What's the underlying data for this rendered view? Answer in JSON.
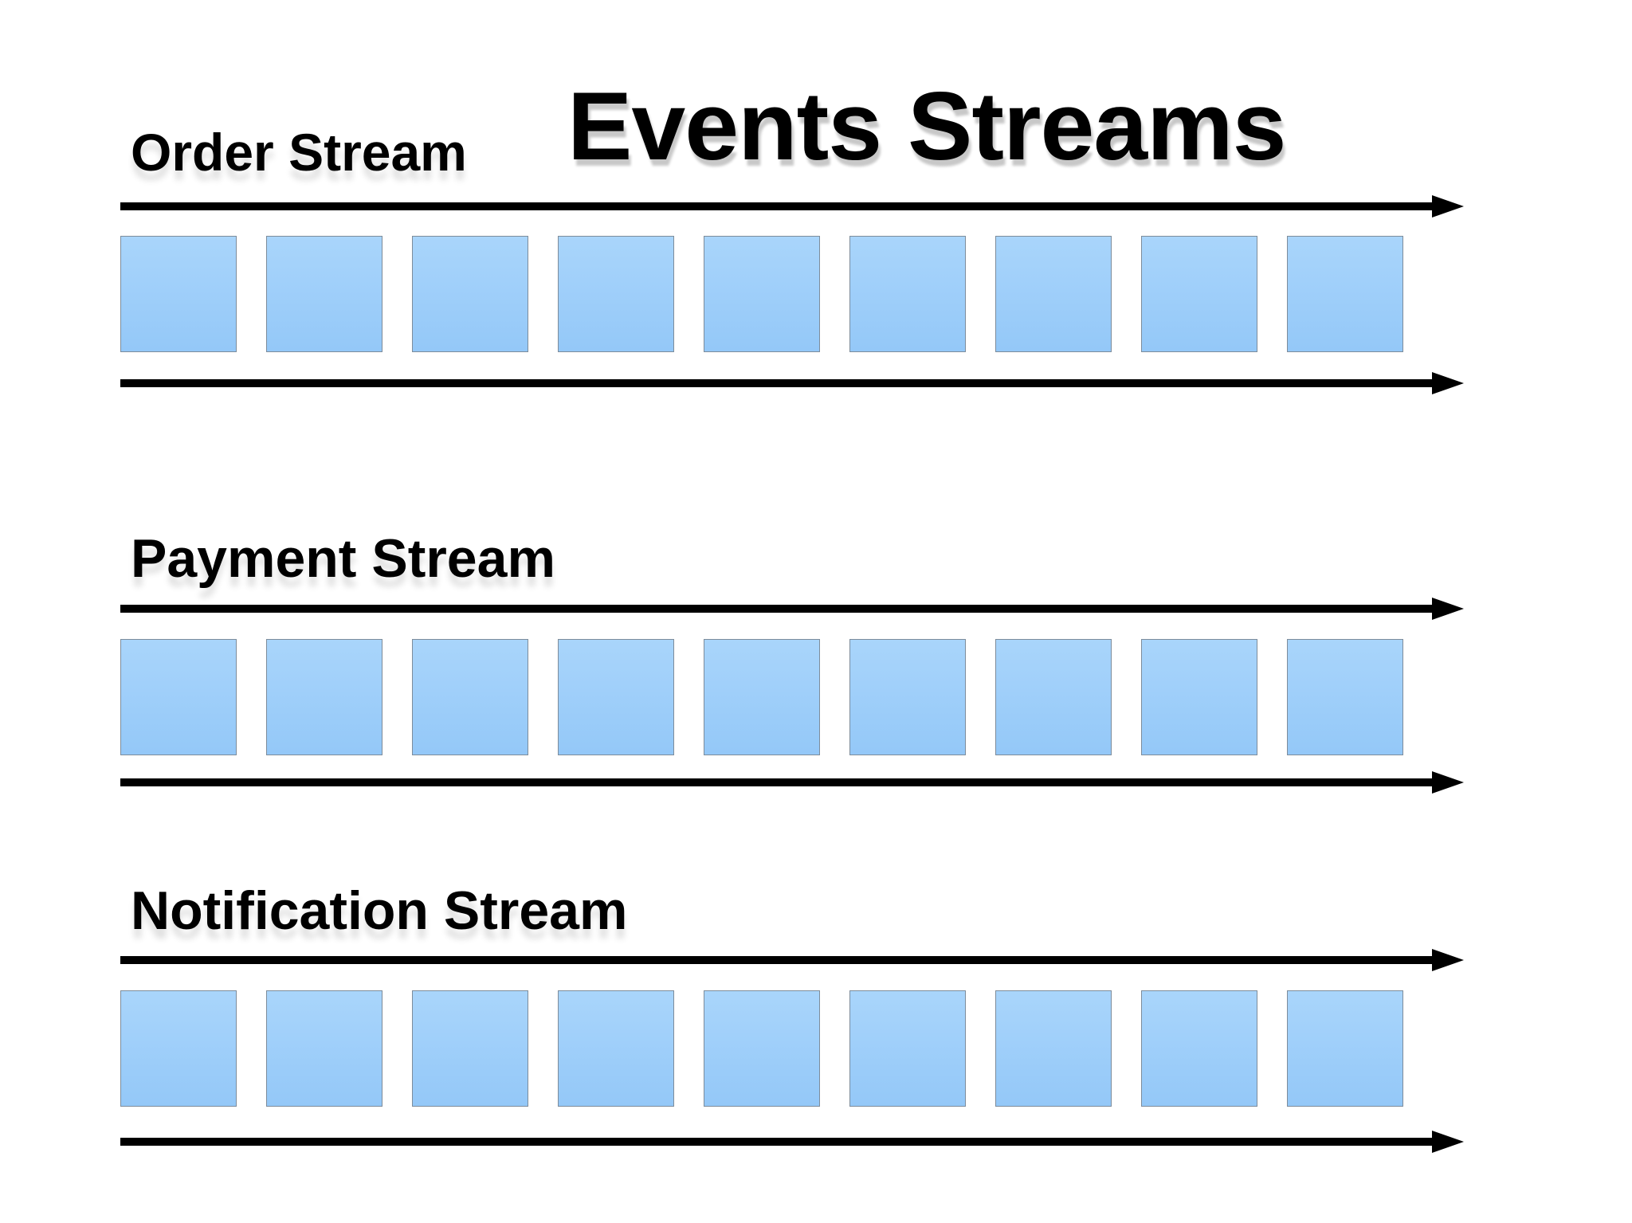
{
  "title": "Events Streams",
  "streams": [
    {
      "label": "Order Stream",
      "event_count": 9
    },
    {
      "label": "Payment Stream",
      "event_count": 9
    },
    {
      "label": "Notification Stream",
      "event_count": 9
    }
  ],
  "colors": {
    "background": "#ffffff",
    "text": "#000000",
    "arrow": "#000000",
    "title_shadow": "#c8c8c8",
    "square_fill_top": "#a9d5fb",
    "square_fill_bottom": "#94c8f8",
    "square_border": "#7d8c9b"
  }
}
